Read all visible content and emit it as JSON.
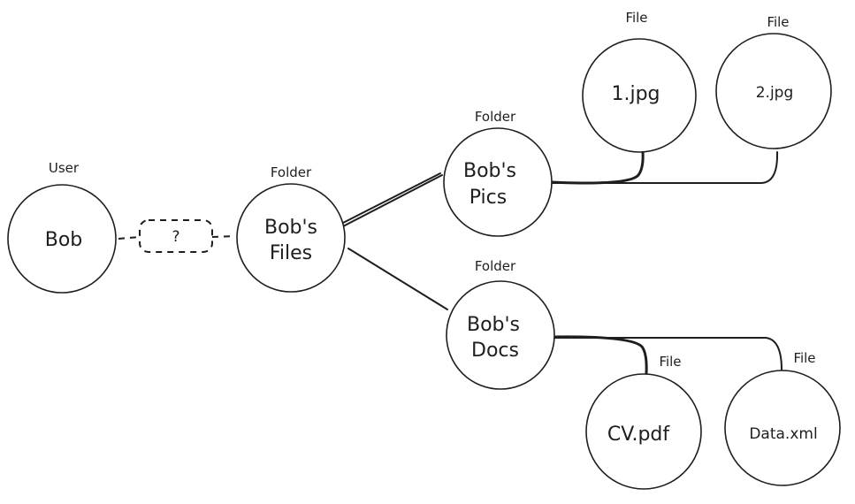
{
  "nodes": {
    "user_bob": {
      "type": "User",
      "lines": [
        "Bob"
      ]
    },
    "bobs_files": {
      "type": "Folder",
      "lines": [
        "Bob's",
        "Files"
      ]
    },
    "bobs_pics": {
      "type": "Folder",
      "lines": [
        "Bob's",
        "Pics"
      ]
    },
    "bobs_docs": {
      "type": "Folder",
      "lines": [
        "Bob's",
        "Docs"
      ]
    },
    "file_1jpg": {
      "type": "File",
      "lines": [
        "1.jpg"
      ]
    },
    "file_2jpg": {
      "type": "File",
      "lines": [
        "2.jpg"
      ]
    },
    "file_cvpdf": {
      "type": "File",
      "lines": [
        "CV.pdf"
      ]
    },
    "file_dataxml": {
      "type": "File",
      "lines": [
        "Data.xml"
      ]
    }
  },
  "relation": {
    "label": "?"
  }
}
